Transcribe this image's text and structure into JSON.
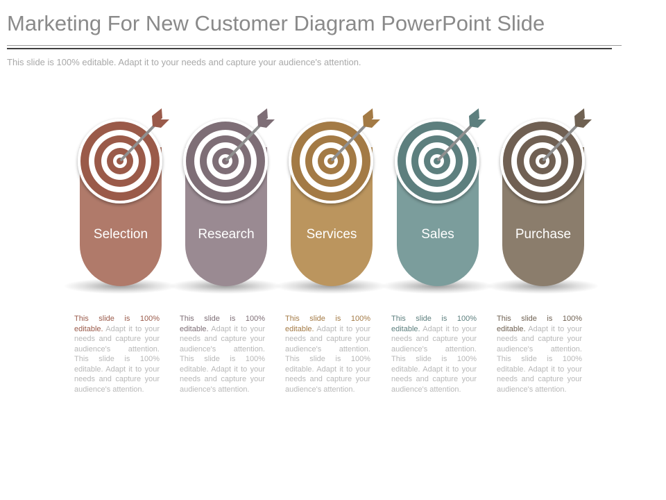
{
  "slide": {
    "title": "Marketing For New Customer Diagram PowerPoint Slide",
    "subtitle": "This slide is 100% editable. Adapt it to your needs and capture your audience's attention."
  },
  "items": [
    {
      "label": "Selection",
      "color": "#b07a6a",
      "ring_color": "#9a5a4a",
      "arrow_color": "#9a5a4a",
      "desc_lead": "This slide is 100% editable.",
      "desc_rest": " Adapt it to your needs and capture your audience's attention. This slide is 100% editable. Adapt it to your needs and capture your audience's attention."
    },
    {
      "label": "Research",
      "color": "#9a8a92",
      "ring_color": "#7e6e76",
      "arrow_color": "#7e6e76",
      "desc_lead": "This slide is 100% editable.",
      "desc_rest": " Adapt it to your needs and capture your audience's attention. This slide is 100% editable. Adapt it to your needs and capture your audience's attention."
    },
    {
      "label": "Services",
      "color": "#bb955e",
      "ring_color": "#a37a45",
      "arrow_color": "#a37a45",
      "desc_lead": "This slide is 100% editable.",
      "desc_rest": " Adapt it to your needs and capture your audience's attention. This slide is 100% editable. Adapt it to your needs and capture your audience's attention."
    },
    {
      "label": "Sales",
      "color": "#7b9d9c",
      "ring_color": "#5d7f7e",
      "arrow_color": "#5d7f7e",
      "desc_lead": "This slide is 100% editable.",
      "desc_rest": " Adapt it to your needs and capture your audience's attention. This slide is 100% editable. Adapt it to your needs and capture your audience's attention."
    },
    {
      "label": "Purchase",
      "color": "#8b7d6c",
      "ring_color": "#6f6152",
      "arrow_color": "#6f6152",
      "desc_lead": "This slide is 100% editable.",
      "desc_rest": " Adapt it to your needs and capture your audience's attention. This slide is 100% editable. Adapt it to your needs and capture your audience's attention."
    }
  ]
}
